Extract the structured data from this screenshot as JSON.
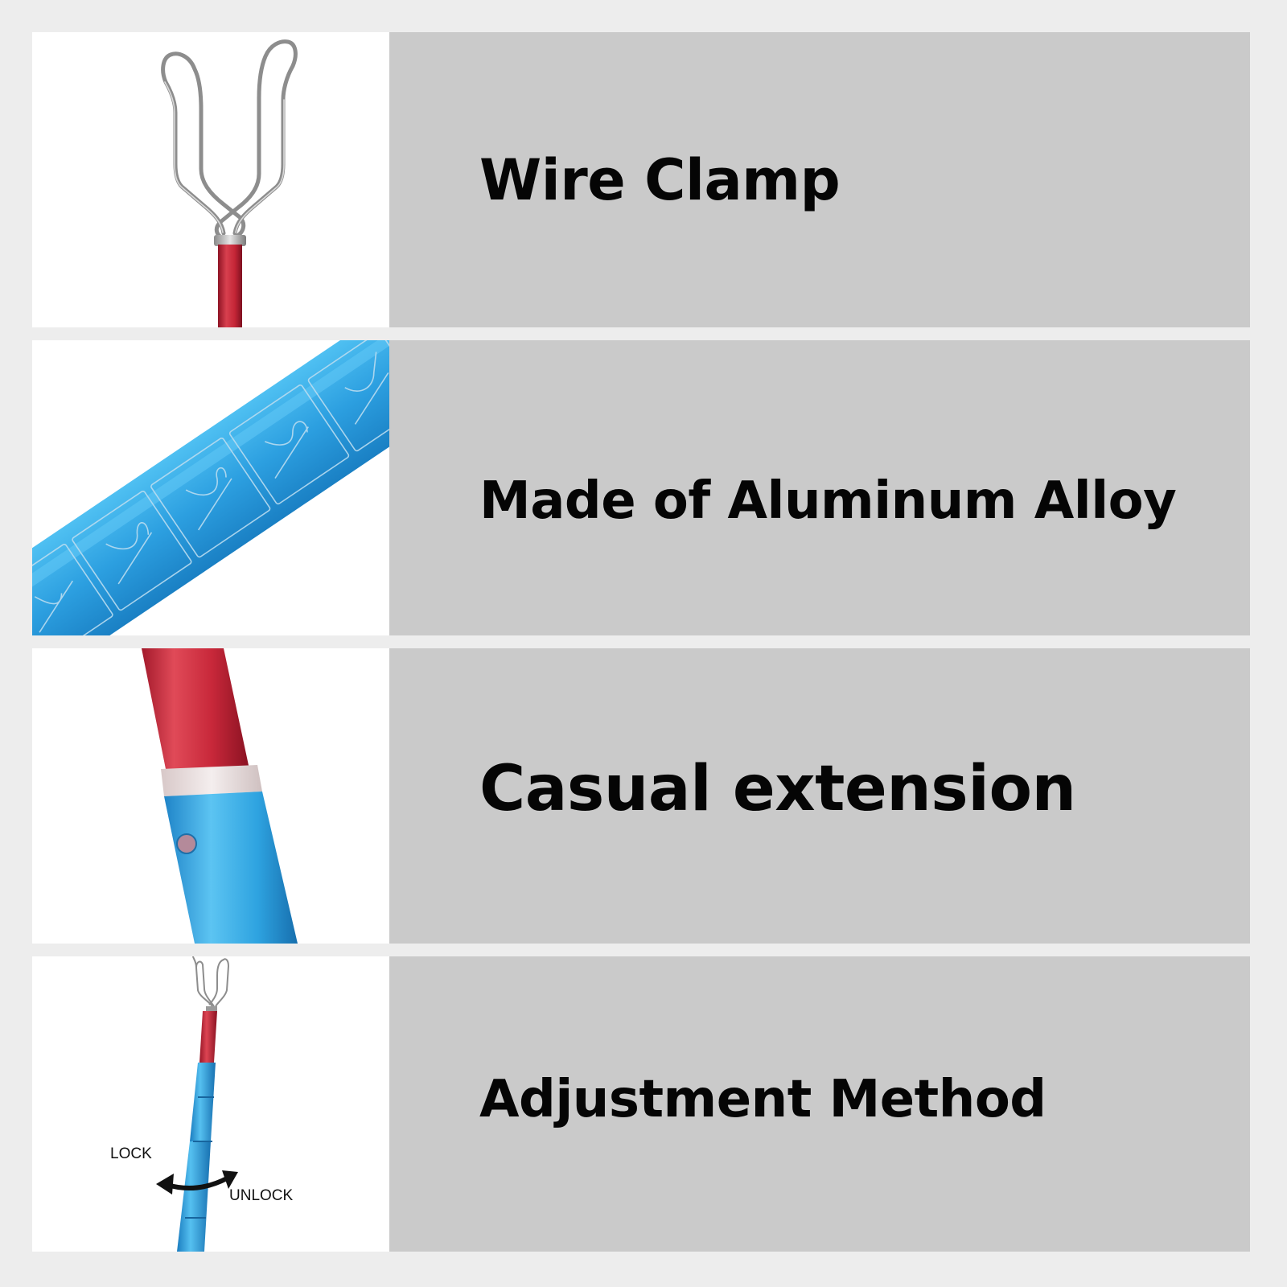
{
  "features": [
    {
      "title": "Wire Clamp"
    },
    {
      "title": "Made of Aluminum Alloy"
    },
    {
      "title": "Casual extension"
    },
    {
      "title": "Adjustment Method"
    }
  ],
  "adjustment": {
    "lock_label": "LOCK",
    "unlock_label": "UNLOCK"
  },
  "colors": {
    "page_background": "#ededed",
    "text_panel": "#cacaca",
    "image_panel": "#ffffff",
    "pole_red": "#c8283a",
    "pole_blue": "#2ea3e0",
    "title_text": "#050505"
  },
  "icons": {
    "rotate_arrow": "double-headed-curved-arrow-icon"
  }
}
